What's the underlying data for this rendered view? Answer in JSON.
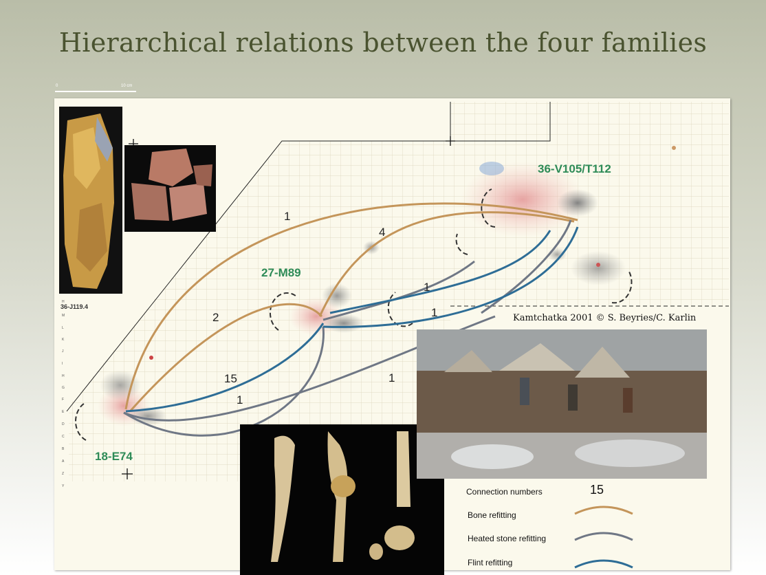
{
  "title": "Hierarchical relations between the four families",
  "scale_bar": {
    "start": "0",
    "end": "10 cm"
  },
  "locations": {
    "a": "36-V105/T112",
    "b": "27-M89",
    "c": "18-E74"
  },
  "specimen_label": "36-J119.4",
  "connection_numbers": {
    "bone_1": "1",
    "bone_4": "4",
    "bone_2": "2",
    "heated_1": "1",
    "flint_1": "1",
    "flint_15": "15",
    "heated_1b": "1",
    "heated_1c": "1"
  },
  "photo_credit": "Kamtchatka 2001  © S. Beyries/C. Karlin",
  "legend": {
    "header": "Connection numbers",
    "header_value": "15",
    "items": [
      {
        "label": "Bone refitting",
        "color": "#c4955a"
      },
      {
        "label": "Heated stone refitting",
        "color": "#6f7785"
      },
      {
        "label": "Flint refitting",
        "color": "#2e6d96"
      }
    ]
  },
  "colors": {
    "title": "#4a5330",
    "location": "#2e8b57",
    "bone": "#c4955a",
    "heated_stone": "#6f7785",
    "flint": "#2e6d96"
  }
}
